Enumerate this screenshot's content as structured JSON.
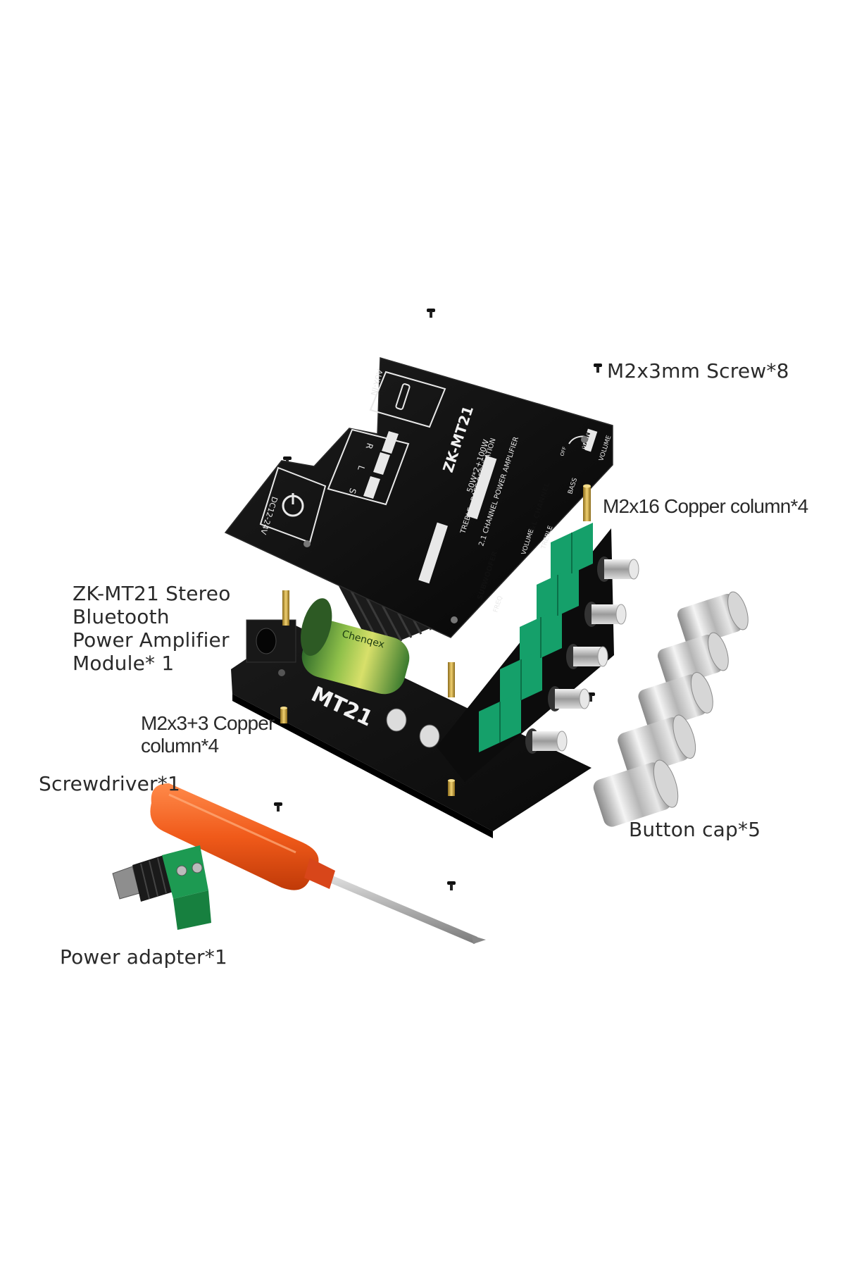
{
  "labels": {
    "screw": "M2x3mm Screw*8",
    "copper16": "M2x16 Copper column*4",
    "module_line1": "ZK-MT21 Stereo",
    "module_line2": "Bluetooth",
    "module_line3": "Power Amplifier",
    "module_line4": "Module* 1",
    "copper3_line1": "M2x3+3 Copper",
    "copper3_line2": "column*4",
    "screwdriver": "Screwdriver*1",
    "button_cap": "Button cap*5",
    "power_adapter": "Power adapter*1"
  },
  "panel": {
    "model": "ZK-MT21",
    "spec": "50W*2+100W",
    "regulation": "TREBLE · BASS REGULATION",
    "amplifier": "2.1 CHANNEL POWER AMPLIFIER",
    "aux": "AUX-IN",
    "dc": "DC12-24V",
    "main": "MAIN",
    "volume": "VOLUME",
    "off": "OFF",
    "rl_channel": "R&L CHANNEL",
    "treble": "TREBLE",
    "bass": "BASS",
    "subwoofer": "SUBWOOFER",
    "sub_volume": "VOLUME",
    "freq": "FREQ",
    "r_minus": "R",
    "l_plus": "L",
    "s_plus": "S"
  },
  "board": {
    "silk": "MT21",
    "capacitor_brand": "Chenqex"
  },
  "colors": {
    "board": "#111111",
    "terminal_green": "#15a06a",
    "screwdriver_orange": "#f05a1a",
    "label_text": "#2a2a2a",
    "knob_silver": "#c8c8c8"
  }
}
